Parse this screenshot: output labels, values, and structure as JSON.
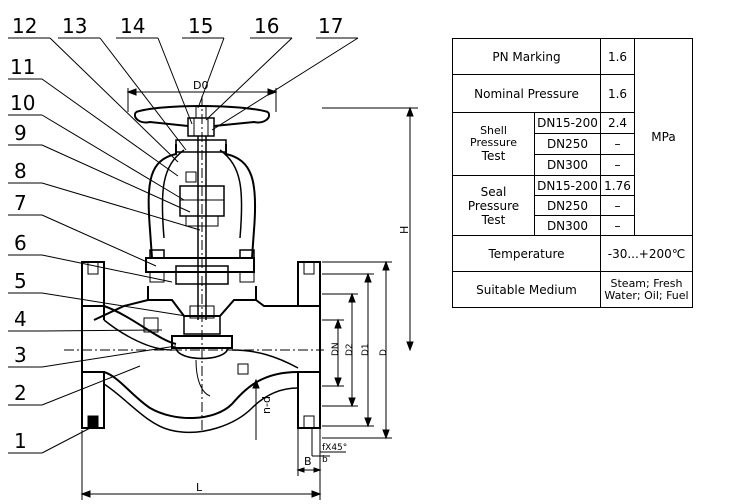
{
  "part_numbers": [
    "1",
    "2",
    "3",
    "4",
    "5",
    "6",
    "7",
    "8",
    "9",
    "10",
    "11",
    "12",
    "13",
    "14",
    "15",
    "16",
    "17"
  ],
  "dimensions": {
    "D0": "D0",
    "H": "H",
    "DN": "DN",
    "D2": "D2",
    "D1": "D1",
    "D": "D",
    "n_d": "n-d",
    "f_chamfer": "fX45°",
    "b": "b",
    "B": "B",
    "L": "L"
  },
  "spec_table": {
    "pn_marking_label": "PN Marking",
    "pn_marking_value": "1.6",
    "nominal_pressure_label": "Nominal Pressure",
    "nominal_pressure_value": "1.6",
    "shell_test_label_1": "Shell Pressure",
    "shell_test_label_2": "Test",
    "shell_rows": [
      {
        "size": "DN15-200",
        "value": "2.4"
      },
      {
        "size": "DN250",
        "value": "–"
      },
      {
        "size": "DN300",
        "value": "–"
      }
    ],
    "seal_test_label_1": "Seal",
    "seal_test_label_2": "Pressure",
    "seal_test_label_3": "Test",
    "seal_rows": [
      {
        "size": "DN15-200",
        "value": "1.76"
      },
      {
        "size": "DN250",
        "value": "–"
      },
      {
        "size": "DN300",
        "value": "–"
      }
    ],
    "unit": "MPa",
    "temperature_label": "Temperature",
    "temperature_value": "-30...+200℃",
    "medium_label": "Suitable Medium",
    "medium_value_1": "Steam; Fresh",
    "medium_value_2": "Water; Oil; Fuel"
  }
}
